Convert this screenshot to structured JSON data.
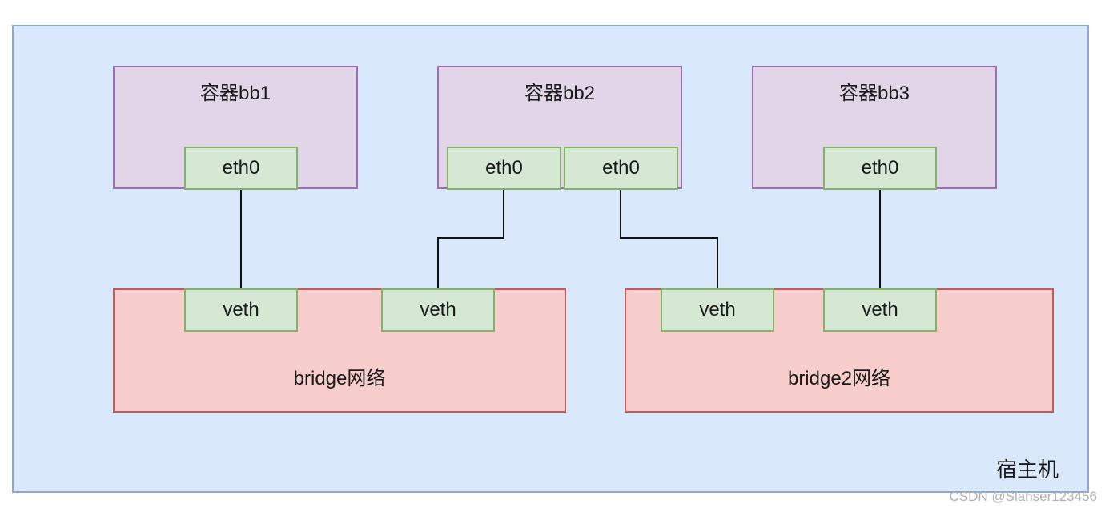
{
  "host": {
    "label": "宿主机"
  },
  "containers": [
    {
      "name": "容器bb1",
      "ifaces": [
        "eth0"
      ]
    },
    {
      "name": "容器bb2",
      "ifaces": [
        "eth0",
        "eth0"
      ]
    },
    {
      "name": "容器bb3",
      "ifaces": [
        "eth0"
      ]
    }
  ],
  "bridges": [
    {
      "name": "bridge网络",
      "ifaces": [
        "veth",
        "veth"
      ]
    },
    {
      "name": "bridge2网络",
      "ifaces": [
        "veth",
        "veth"
      ]
    }
  ],
  "watermark": "CSDN @Slahser123456",
  "colors": {
    "host_fill": "#dae8fc",
    "container_fill": "#e1d5e7",
    "bridge_fill": "#f8cecc",
    "iface_fill": "#d5e8d4"
  }
}
